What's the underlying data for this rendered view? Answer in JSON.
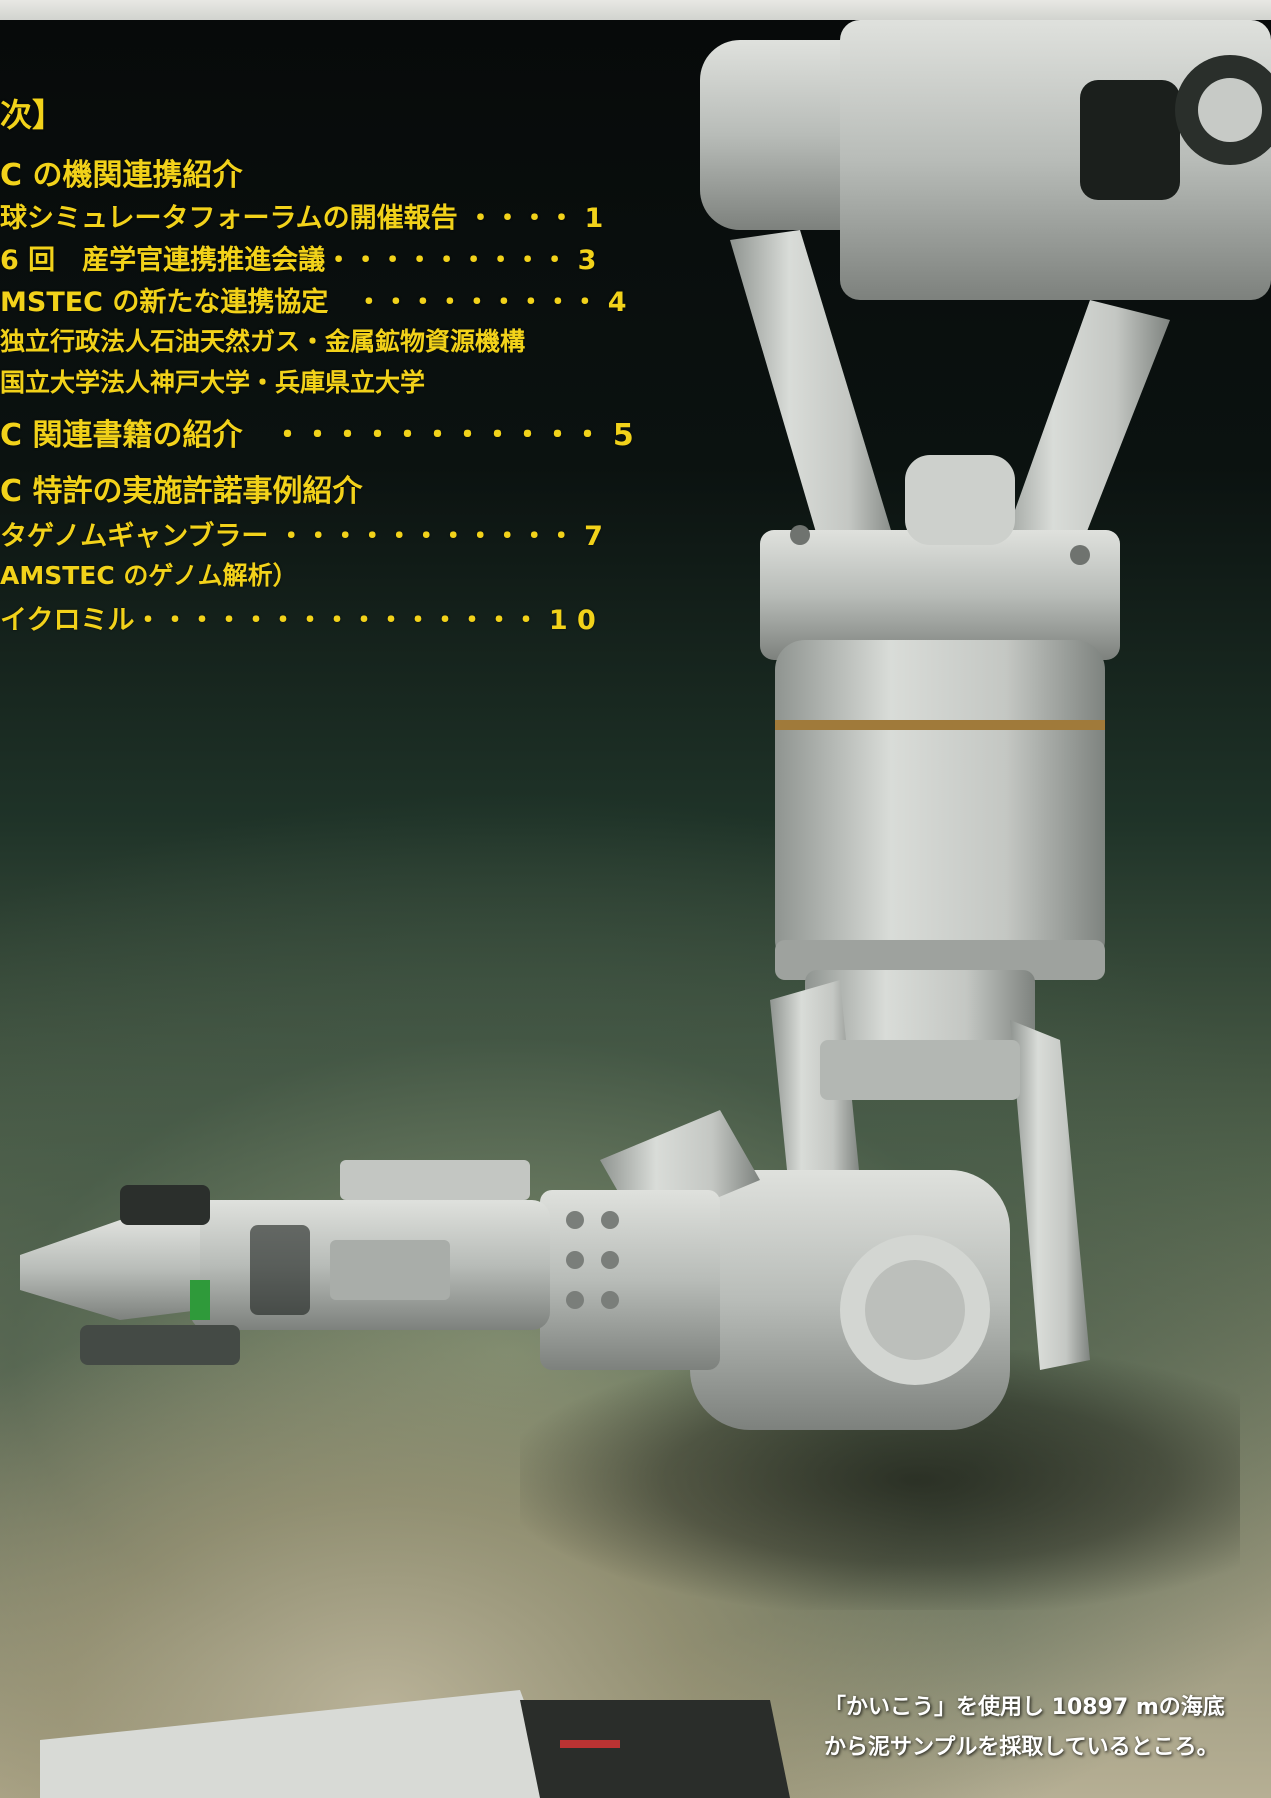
{
  "toc": {
    "heading": "次】",
    "lines": [
      "C の機関連携紹介",
      "球シミュレータフォーラムの開催報告 ・・・・ 1",
      "6 回　産学官連携推進会議・・・・・・・・・ 3",
      "MSTEC の新たな連携協定　・・・・・・・・・ 4",
      "独立行政法人石油天然ガス・金属鉱物資源機構",
      "国立大学法人神戸大学・兵庫県立大学",
      "C 関連書籍の紹介　・・・・・・・・・・・ 5",
      "C 特許の実施許諾事例紹介",
      "タゲノムギャンブラー ・・・・・・・・・・・ 7",
      "AMSTEC のゲノム解析）",
      "イクロミル・・・・・・・・・・・・・・・ 1 0"
    ]
  },
  "caption": {
    "line1": "「かいこう」を使用し 10897 mの海底",
    "line2": "から泥サンプルを採取しているところ。"
  },
  "colors": {
    "toc_text": "#f2d21a",
    "caption_text": "#ffffff",
    "metal": "#c9ccc8"
  }
}
